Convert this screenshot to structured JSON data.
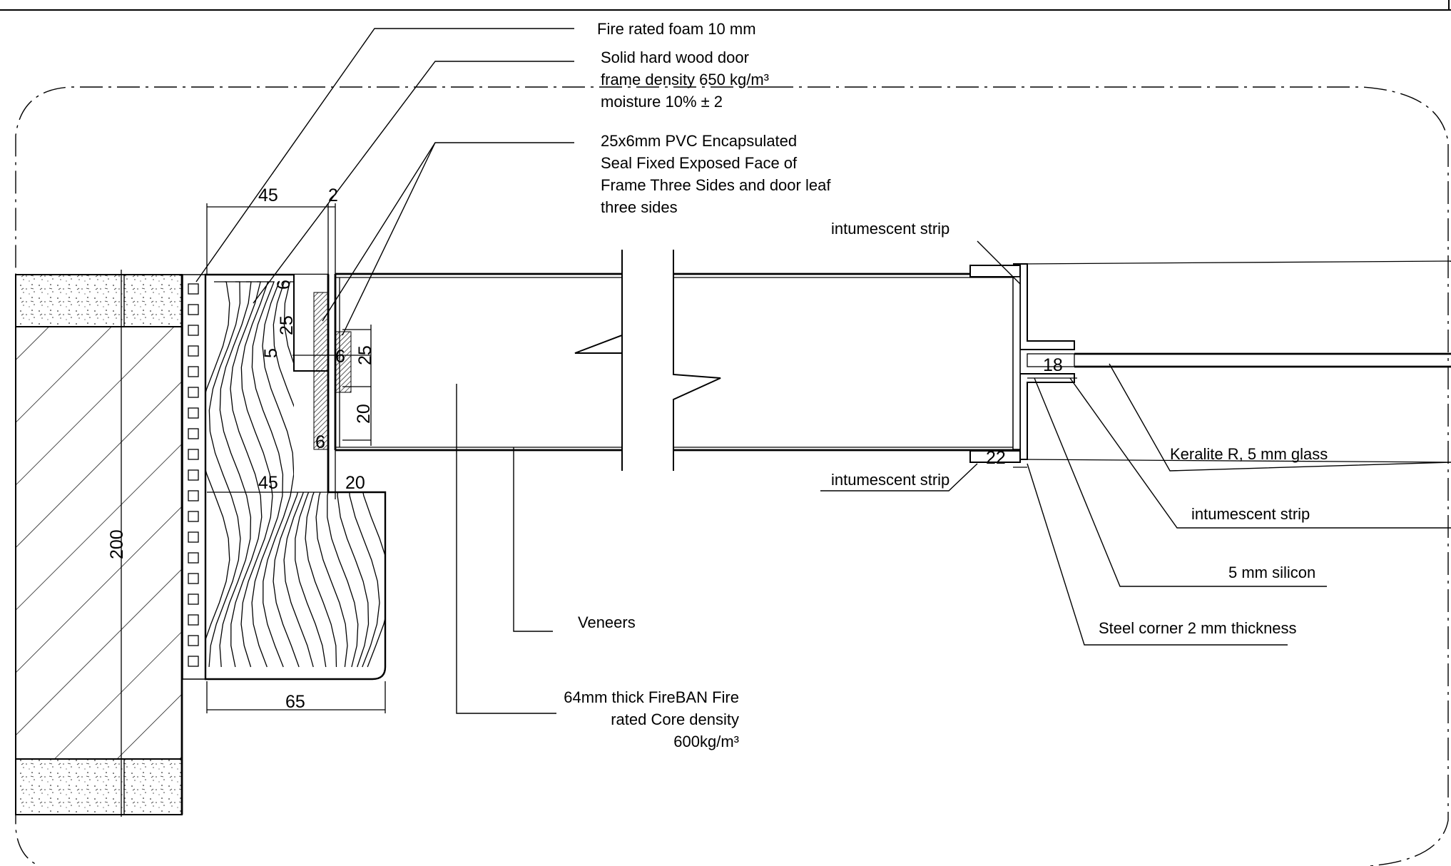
{
  "labels": {
    "fire_foam": "Fire rated foam 10 mm",
    "hardwood_1": "Solid hard wood door",
    "hardwood_2": "frame density 650 kg/m³",
    "hardwood_3": "moisture 10% ± 2",
    "pvc_1": "25x6mm PVC Encapsulated",
    "pvc_2": "Seal Fixed Exposed Face of",
    "pvc_3": "Frame Three Sides and door leaf",
    "pvc_4": "three sides",
    "intumescent_top": "intumescent strip",
    "intumescent_bottom": "intumescent strip",
    "intumescent_right": "intumescent strip",
    "keralite": "Keralite R, 5 mm glass",
    "silicon": "5 mm silicon",
    "steel_corner": "Steel corner 2 mm thickness",
    "veneers": "Veneers",
    "core_1": "64mm thick FireBAN Fire",
    "core_2": "rated Core density",
    "core_3": "600kg/m³"
  },
  "dimensions": {
    "frame_top_45": "45",
    "frame_top_2": "2",
    "d6_top": "6",
    "d25_left": "25",
    "d5": "5",
    "d6_mid": "6",
    "d25_right": "25",
    "d20_vert": "20",
    "d6_bottom": "6",
    "d20_horiz": "20",
    "frame_45_lower": "45",
    "frame_65": "65",
    "wall_200": "200",
    "glass_18": "18",
    "steel_22": "22"
  }
}
